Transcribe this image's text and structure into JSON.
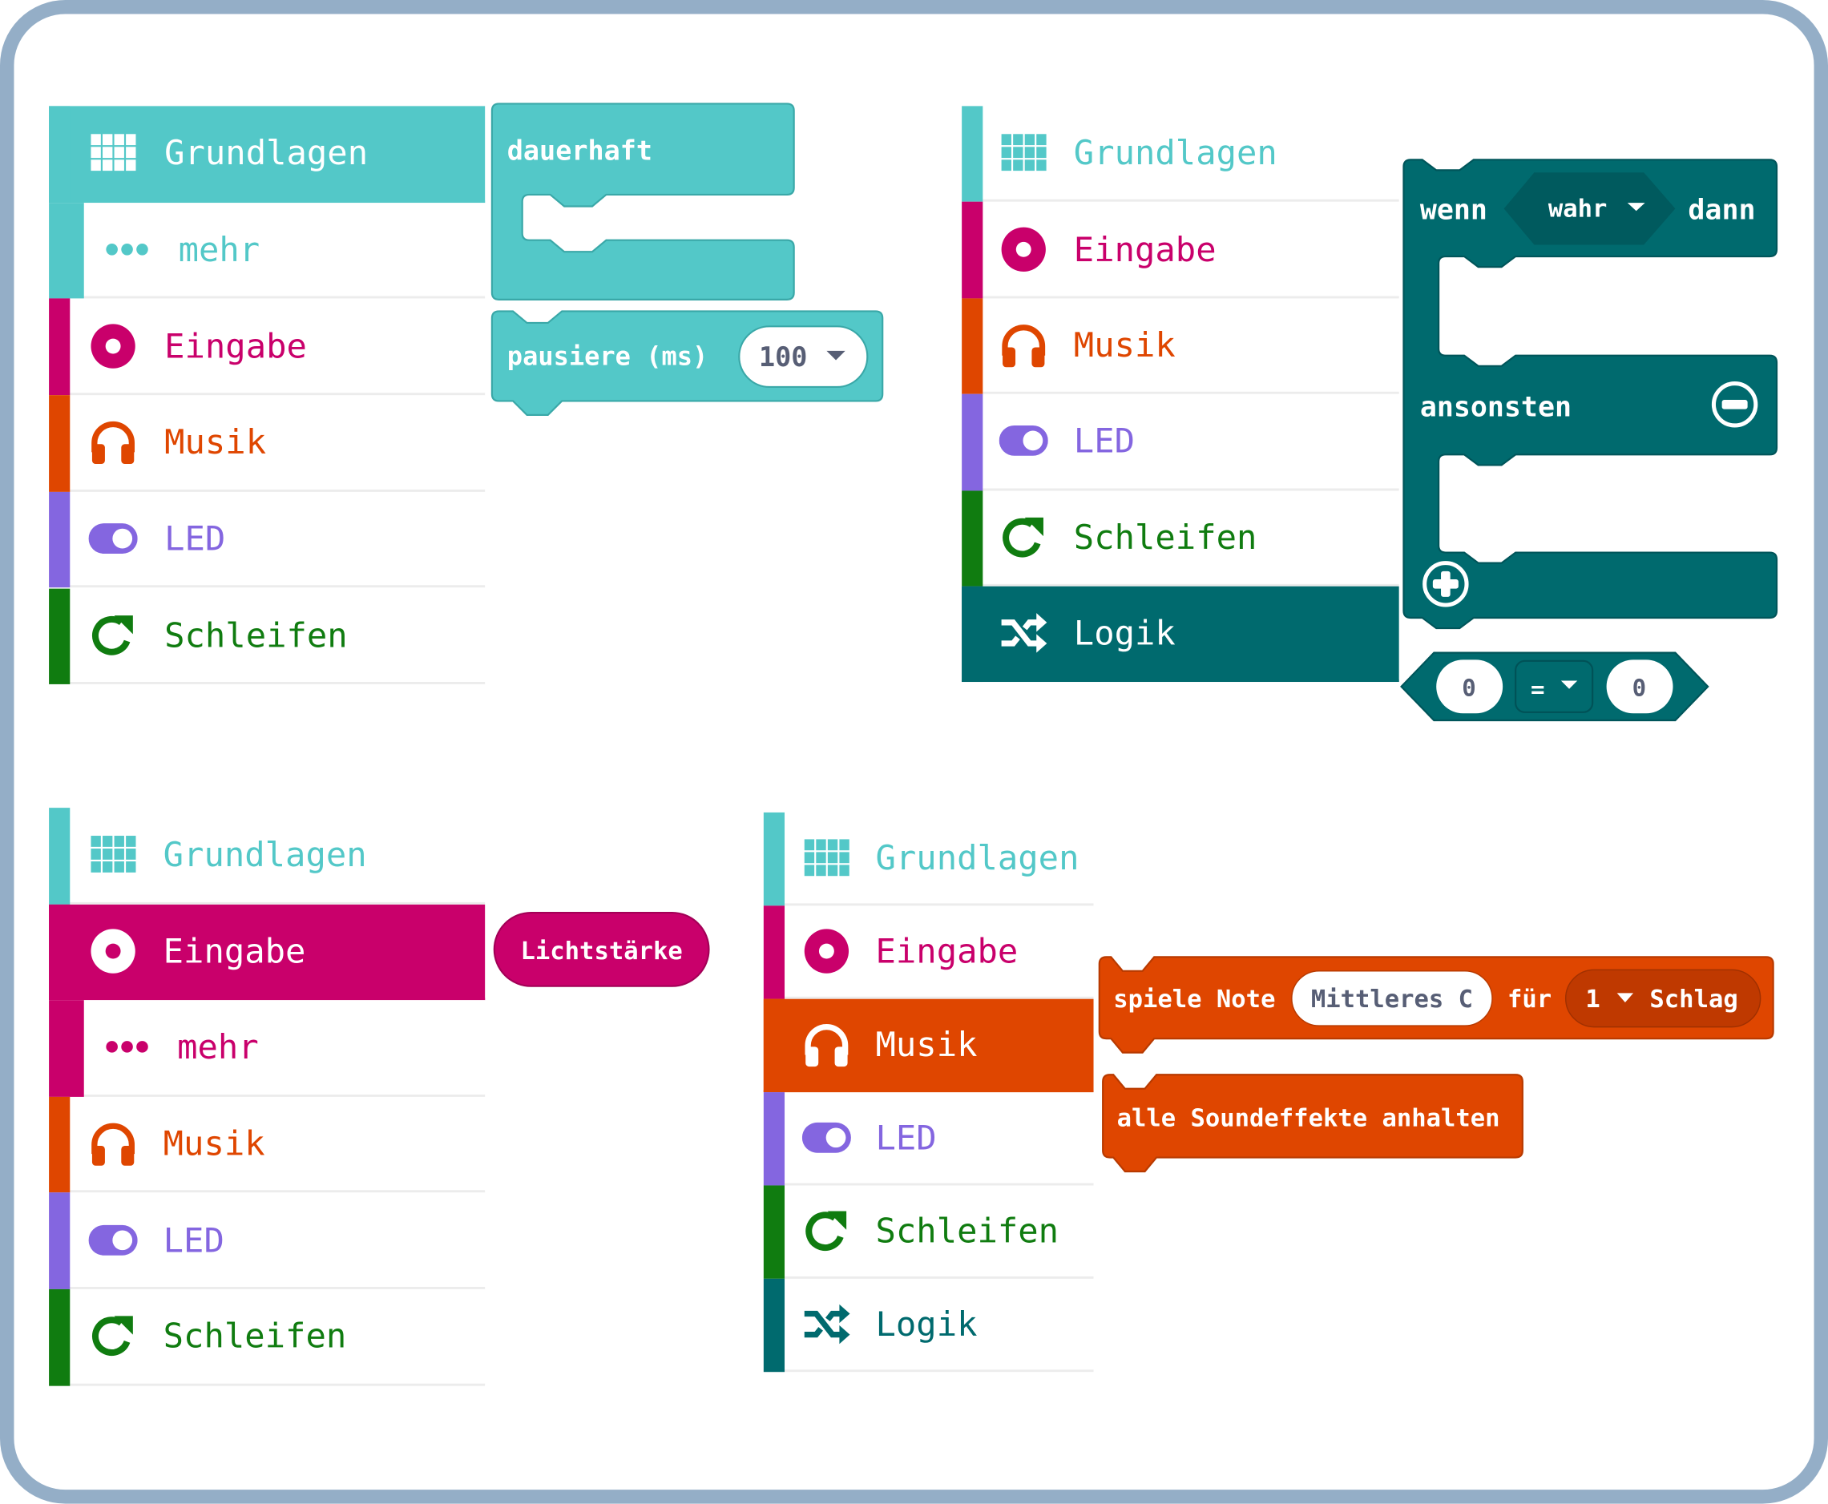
{
  "colors": {
    "grundlagen": "#53c8c8",
    "eingabe": "#c9006b",
    "musik": "#df4600",
    "led": "#8466e0",
    "schleifen": "#107c10",
    "logik": "#006a6e",
    "frame": "#94aec7"
  },
  "panels": [
    {
      "items": [
        {
          "label": "Grundlagen",
          "icon": "grid-icon",
          "cat": "grundlagen",
          "selected": true
        },
        {
          "label": "mehr",
          "icon": "more-dots-icon",
          "cat": "grundlagen",
          "sub": true
        },
        {
          "label": "Eingabe",
          "icon": "input-target-icon",
          "cat": "eingabe"
        },
        {
          "label": "Musik",
          "icon": "headphones-icon",
          "cat": "musik"
        },
        {
          "label": "LED",
          "icon": "toggle-icon",
          "cat": "led"
        },
        {
          "label": "Schleifen",
          "icon": "loop-arrow-icon",
          "cat": "schleifen"
        }
      ]
    },
    {
      "items": [
        {
          "label": "Grundlagen",
          "icon": "grid-icon",
          "cat": "grundlagen"
        },
        {
          "label": "Eingabe",
          "icon": "input-target-icon",
          "cat": "eingabe"
        },
        {
          "label": "Musik",
          "icon": "headphones-icon",
          "cat": "musik"
        },
        {
          "label": "LED",
          "icon": "toggle-icon",
          "cat": "led"
        },
        {
          "label": "Schleifen",
          "icon": "loop-arrow-icon",
          "cat": "schleifen"
        },
        {
          "label": "Logik",
          "icon": "shuffle-icon",
          "cat": "logik",
          "selected": true
        }
      ]
    },
    {
      "items": [
        {
          "label": "Grundlagen",
          "icon": "grid-icon",
          "cat": "grundlagen"
        },
        {
          "label": "Eingabe",
          "icon": "input-target-icon",
          "cat": "eingabe",
          "selected": true
        },
        {
          "label": "mehr",
          "icon": "more-dots-icon",
          "cat": "eingabe",
          "sub": true
        },
        {
          "label": "Musik",
          "icon": "headphones-icon",
          "cat": "musik"
        },
        {
          "label": "LED",
          "icon": "toggle-icon",
          "cat": "led"
        },
        {
          "label": "Schleifen",
          "icon": "loop-arrow-icon",
          "cat": "schleifen"
        }
      ]
    },
    {
      "items": [
        {
          "label": "Grundlagen",
          "icon": "grid-icon",
          "cat": "grundlagen"
        },
        {
          "label": "Eingabe",
          "icon": "input-target-icon",
          "cat": "eingabe"
        },
        {
          "label": "Musik",
          "icon": "headphones-icon",
          "cat": "musik",
          "selected": true
        },
        {
          "label": "LED",
          "icon": "toggle-icon",
          "cat": "led"
        },
        {
          "label": "Schleifen",
          "icon": "loop-arrow-icon",
          "cat": "schleifen"
        },
        {
          "label": "Logik",
          "icon": "shuffle-icon",
          "cat": "logik"
        }
      ]
    }
  ],
  "blocks": {
    "forever": {
      "label": "dauerhaft"
    },
    "pause": {
      "label": "pausiere (ms)",
      "value": "100"
    },
    "if_else": {
      "if_label": "wenn",
      "condition": "wahr",
      "then_label": "dann",
      "else_label": "ansonsten"
    },
    "compare": {
      "left": "0",
      "operator": "=",
      "right": "0"
    },
    "light_level": {
      "label": "Lichtstärke"
    },
    "play_tone": {
      "label": "spiele Note",
      "note": "Mittleres C",
      "for_label": "für",
      "beats": "1",
      "beats_unit": "Schlag"
    },
    "stop_sounds": {
      "label": "alle Soundeffekte anhalten"
    }
  }
}
